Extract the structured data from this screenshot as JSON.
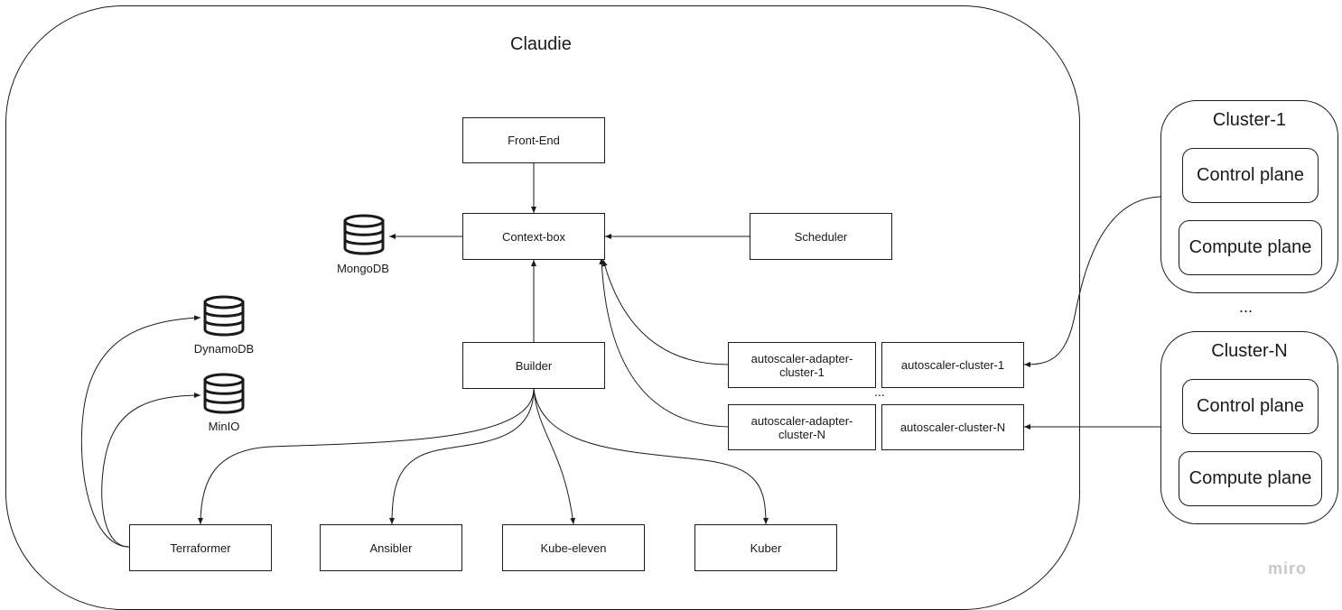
{
  "system": {
    "title": "Claudie"
  },
  "components": {
    "front_end": "Front-End",
    "context_box": "Context-box",
    "scheduler": "Scheduler",
    "builder": "Builder",
    "adapter_1": "autoscaler-adapter-cluster-1",
    "adapter_n": "autoscaler-adapter-cluster-N",
    "autoscaler_1": "autoscaler-cluster-1",
    "autoscaler_n": "autoscaler-cluster-N",
    "autoscaler_dots": "...",
    "terraformer": "Terraformer",
    "ansibler": "Ansibler",
    "kube_eleven": "Kube-eleven",
    "kuber": "Kuber"
  },
  "databases": {
    "mongodb": "MongoDB",
    "dynamodb": "DynamoDB",
    "minio": "MinIO"
  },
  "clusters": {
    "cluster_1": {
      "title": "Cluster-1",
      "control": "Control plane",
      "compute": "Compute plane"
    },
    "dots": "...",
    "cluster_n": {
      "title": "Cluster-N",
      "control": "Control plane",
      "compute": "Compute plane"
    }
  },
  "watermark": "miro",
  "icons": {
    "database": "database-icon"
  },
  "colors": {
    "stroke": "#1a1a1a",
    "watermark": "#c8c8cc"
  }
}
